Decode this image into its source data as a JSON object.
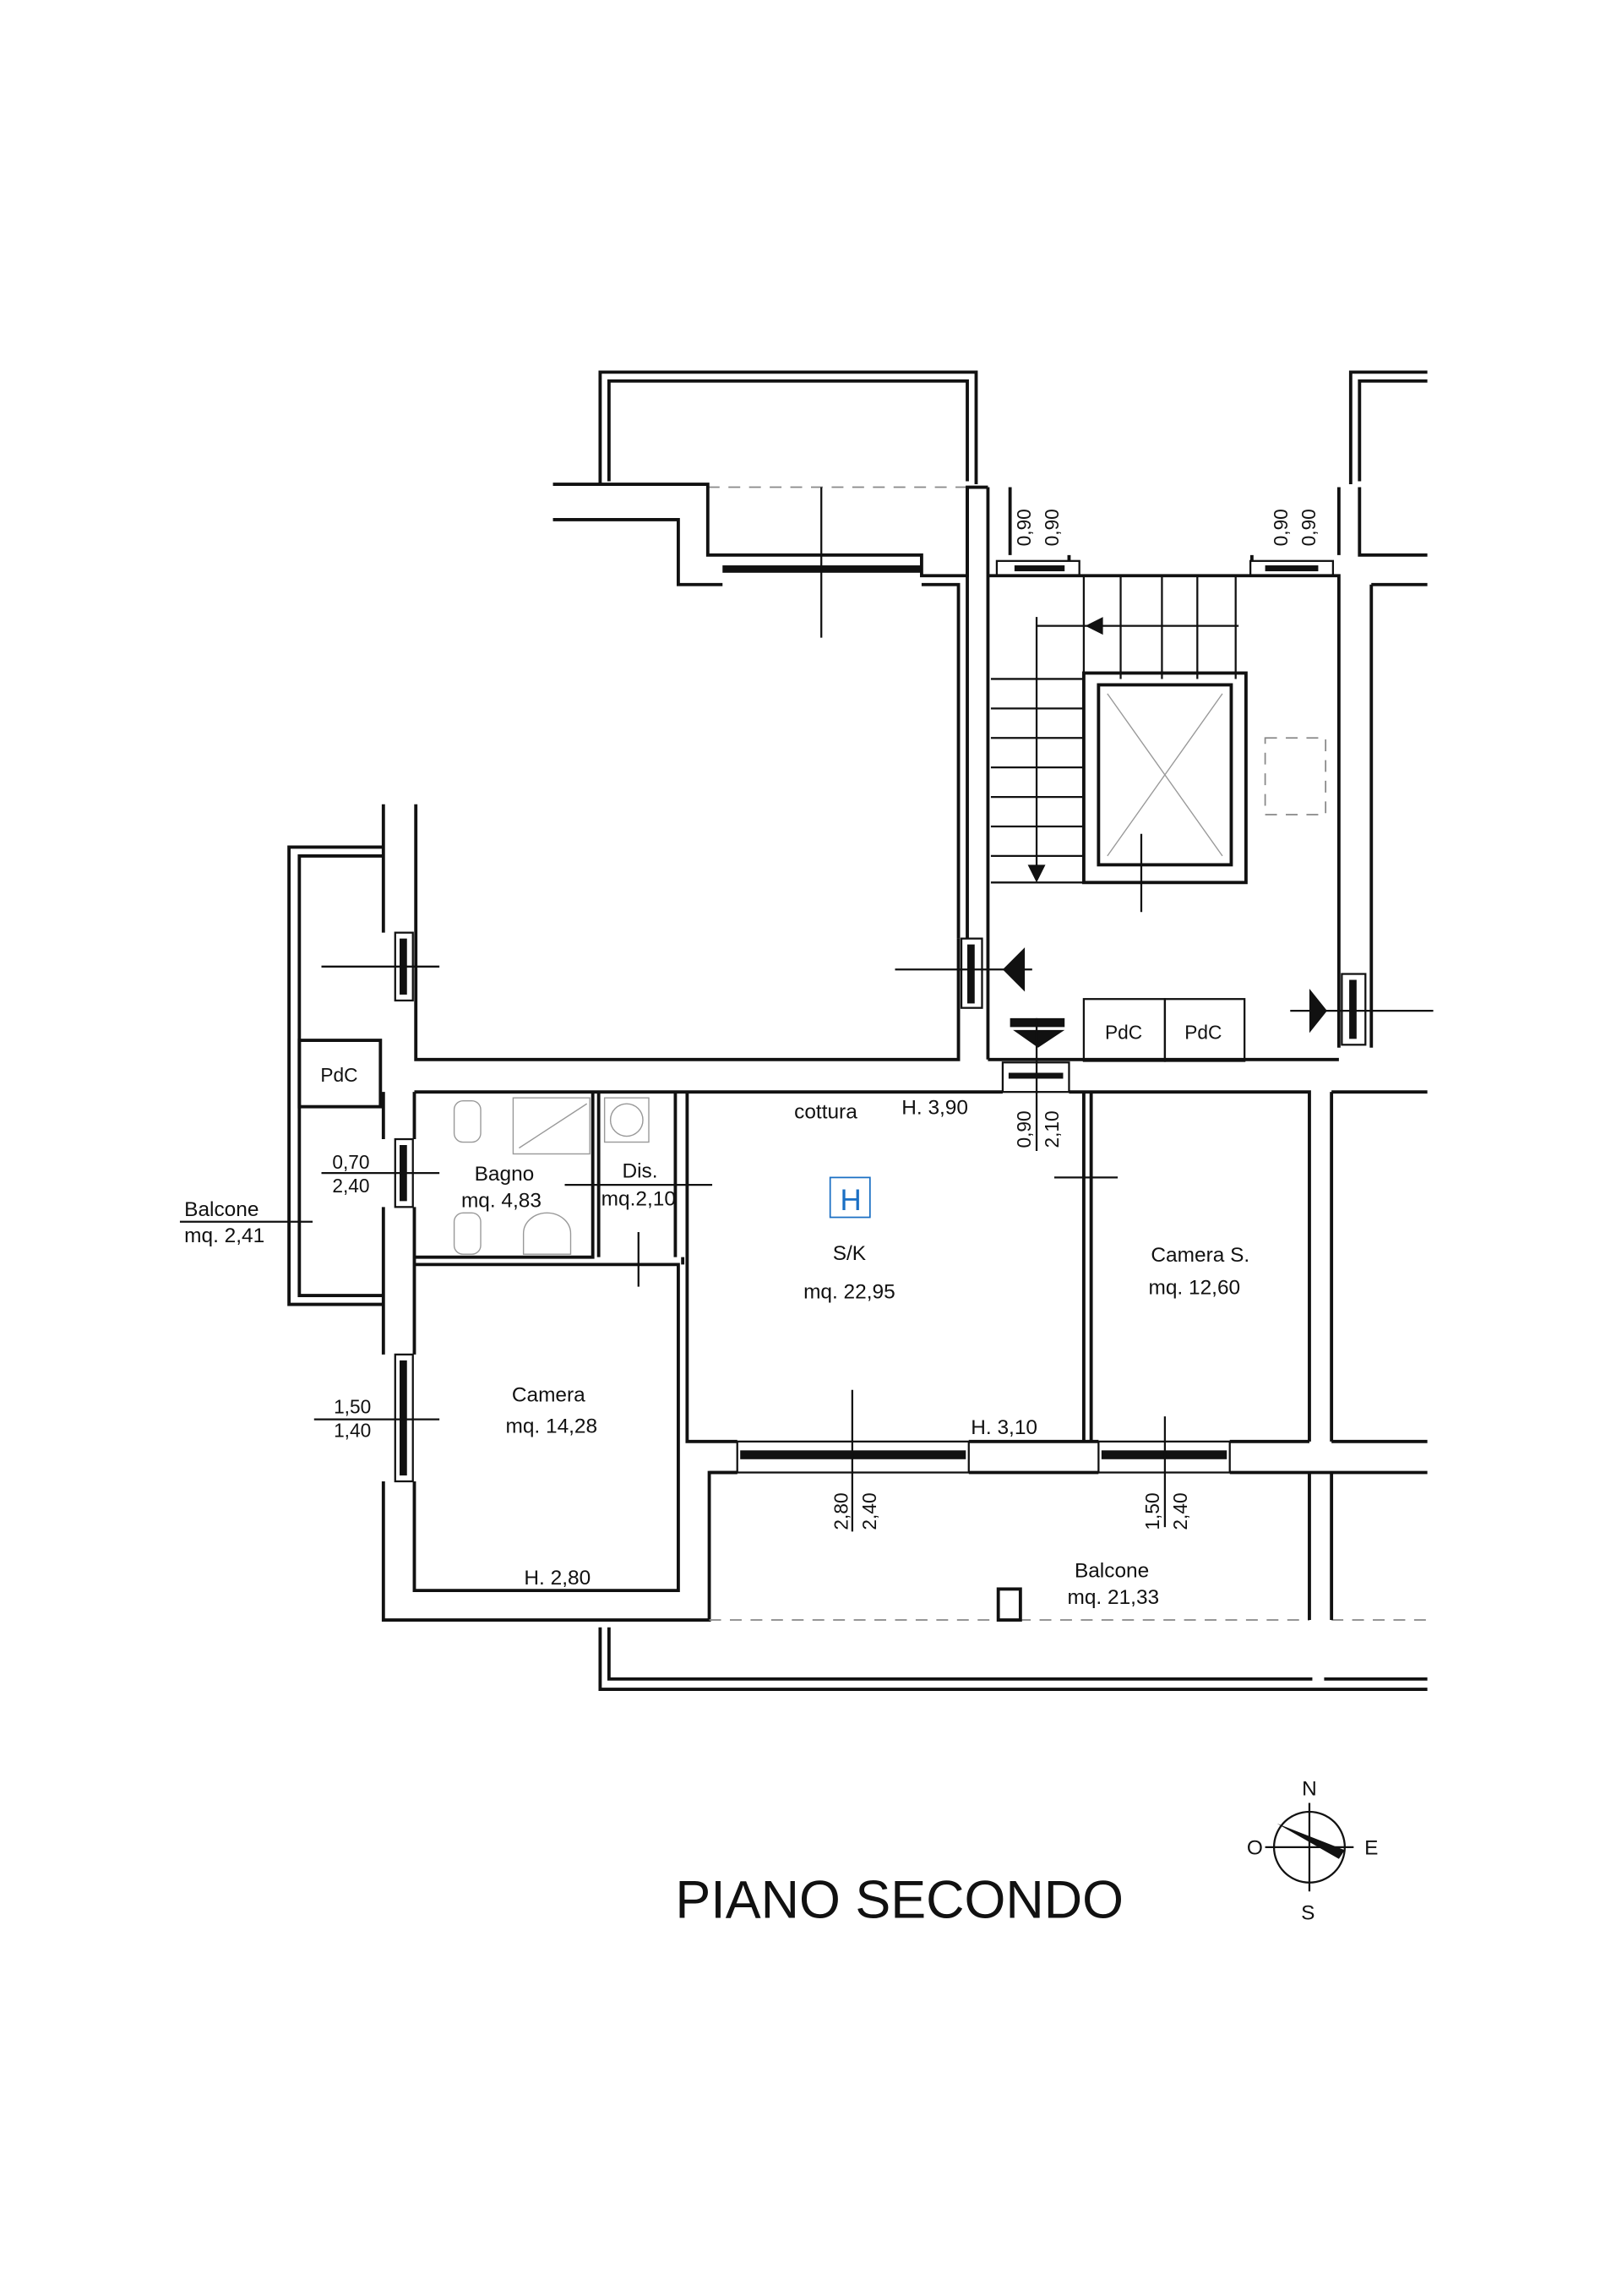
{
  "title": "PIANO SECONDO",
  "rooms": {
    "bagno": {
      "name": "Bagno",
      "area": "mq. 4,83"
    },
    "dis": {
      "name": "Dis.",
      "area": "mq.2,10"
    },
    "sk": {
      "name": "S/K",
      "area": "mq. 22,95",
      "cottura": "cottura",
      "h_top": "H. 3,90",
      "h_bottom": "H. 3,10",
      "marker": "H"
    },
    "camera_s": {
      "name": "Camera S.",
      "area": "mq. 12,60"
    },
    "camera": {
      "name": "Camera",
      "area": "mq. 14,28",
      "h": "H. 2,80"
    },
    "balcone_left": {
      "name": "Balcone",
      "area": "mq. 2,41"
    },
    "balcone_bottom": {
      "name": "Balcone",
      "area": "mq. 21,33"
    }
  },
  "pdc": [
    "PdC",
    "PdC",
    "PdC"
  ],
  "dimensions": {
    "bagno_window": [
      "0,70",
      "2,40"
    ],
    "camera_window": [
      "1,50",
      "1,40"
    ],
    "stair_window_left": [
      "0,90",
      "0,90"
    ],
    "stair_window_right": [
      "0,90",
      "0,90"
    ],
    "entry_door": [
      "0,90",
      "2,10"
    ],
    "sk_window": [
      "2,80",
      "2,40"
    ],
    "cameras_window": [
      "1,50",
      "2,40"
    ]
  },
  "compass": {
    "n": "N",
    "s": "S",
    "e": "E",
    "o": "O"
  },
  "colors": {
    "marker": "#1a6fc4",
    "line": "#111111"
  }
}
